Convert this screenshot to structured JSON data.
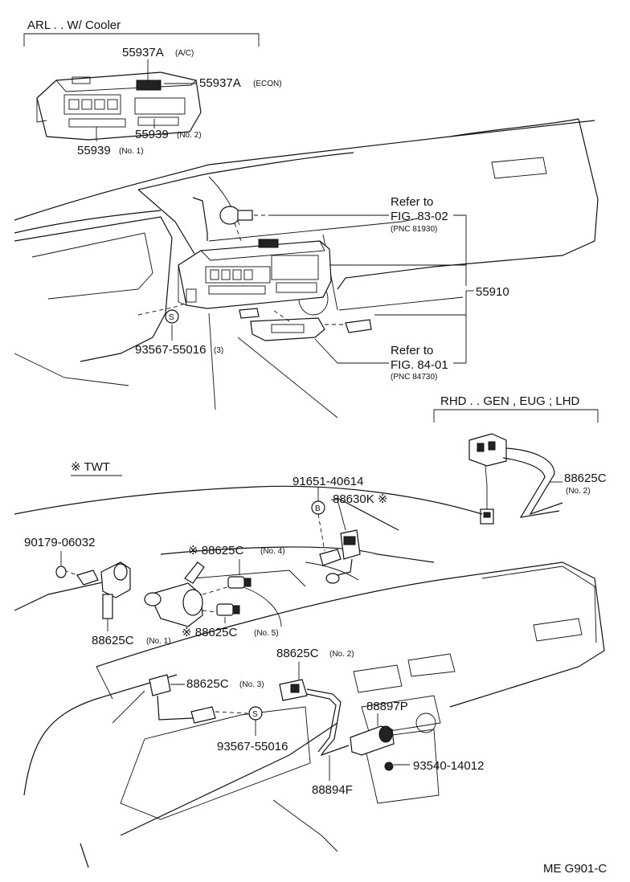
{
  "sections": {
    "arl_cooler": "ARL . . W/ Cooler",
    "rhd": "RHD . . GEN , EUG ; LHD",
    "twt": "※ TWT"
  },
  "callouts": {
    "p55937a_ac": {
      "num": "55937A",
      "note": "(A/C)"
    },
    "p55937a_econ": {
      "num": "55937A",
      "note": "(ECON)"
    },
    "p55939_no2": {
      "num": "55939",
      "note": "(No. 2)"
    },
    "p55939_no1": {
      "num": "55939",
      "note": "(No. 1)"
    },
    "ref_8302": {
      "line1": "Refer to",
      "line2": "FIG. 83-02",
      "pnc": "(PNC 81930)"
    },
    "p55910": {
      "num": "55910"
    },
    "p93567_3": {
      "num": "93567-55016",
      "note": "(3)"
    },
    "ref_8401": {
      "line1": "Refer to",
      "line2": "FIG. 84-01",
      "pnc": "(PNC 84730)"
    },
    "p88625c_rhd": {
      "num": "88625C",
      "note": "(No. 2)"
    },
    "p91651": {
      "num": "91651-40614"
    },
    "p88630k": {
      "num": "88630K ※"
    },
    "p90179": {
      "num": "90179-06032"
    },
    "p88625c_no4": {
      "num": "※ 88625C",
      "note": "(No. 4)"
    },
    "p88625c_no1": {
      "num": "88625C",
      "note": "(No. 1)"
    },
    "p88625c_no5": {
      "num": "※ 88625C",
      "note": "(No. 5)"
    },
    "p88625c_no2b": {
      "num": "88625C",
      "note": "(No. 2)"
    },
    "p88625c_no3": {
      "num": "88625C",
      "note": "(No. 3)"
    },
    "p88897p": {
      "num": "88897P"
    },
    "p93567_b": {
      "num": "93567-55016"
    },
    "p93540": {
      "num": "93540-14012"
    },
    "p88894f": {
      "num": "88894F"
    }
  },
  "symbols": {
    "s": "S",
    "b": "B"
  },
  "figure_code": "ME  G901-C"
}
